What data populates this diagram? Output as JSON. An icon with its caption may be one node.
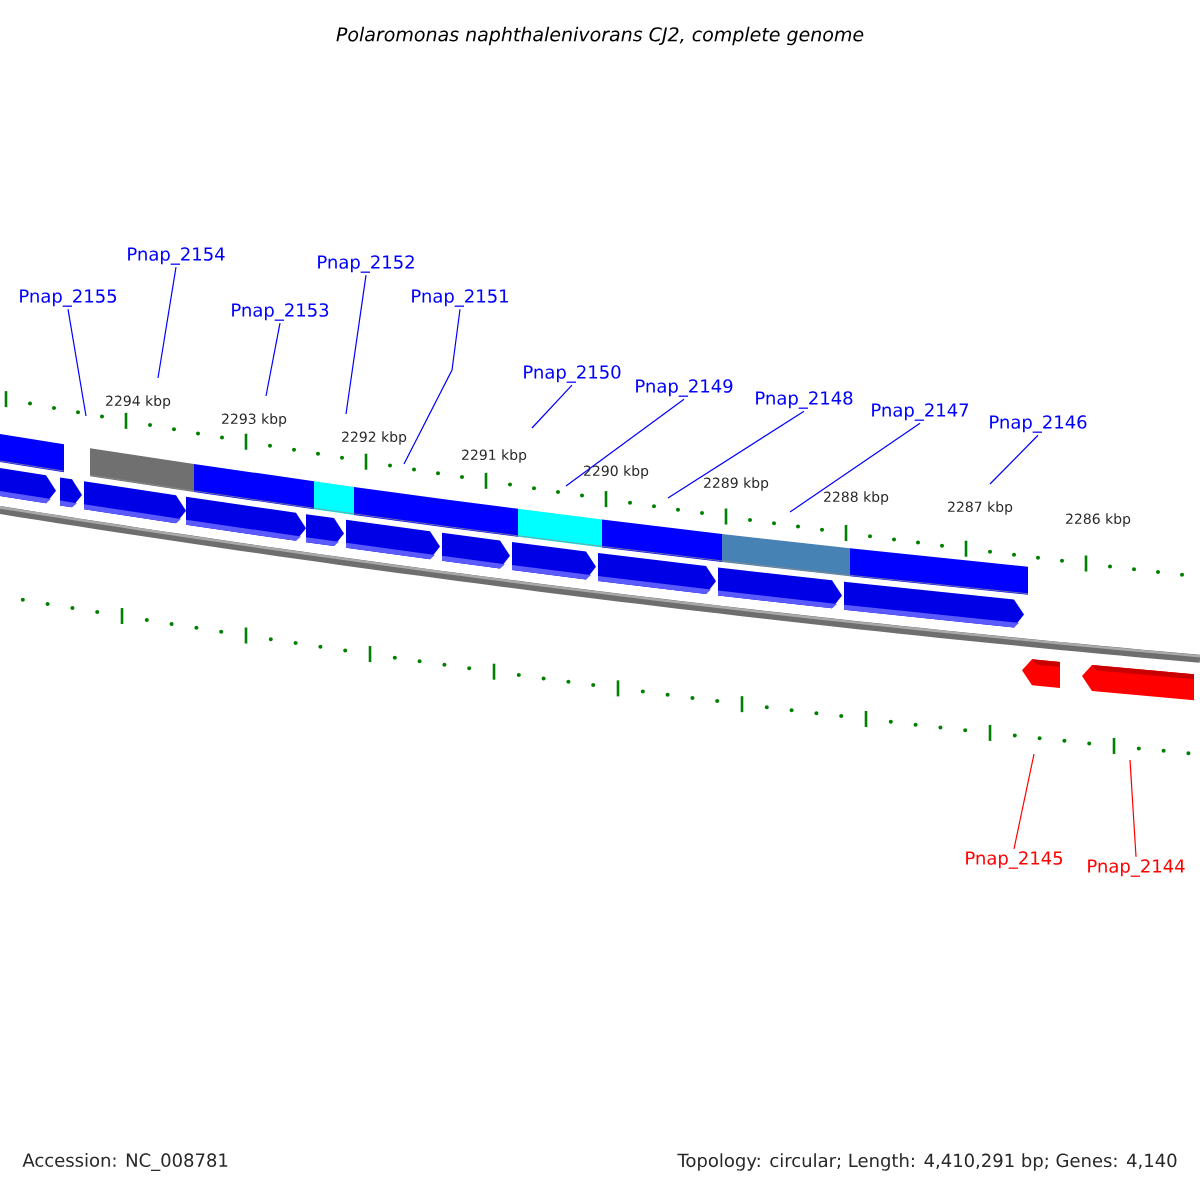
{
  "diagram": {
    "title": "Polaromonas naphthalenivorans CJ2, complete genome",
    "nodes": [
      {
        "text": [
          "Pnap_2155"
        ]
      },
      {
        "text": [
          "Pnap_2154"
        ]
      },
      {
        "text": [
          "Pnap_2153"
        ]
      },
      {
        "text": [
          "Pnap_2152"
        ]
      },
      {
        "text": [
          "Pnap_2151"
        ]
      },
      {
        "text": [
          "Pnap_2150"
        ]
      },
      {
        "text": [
          "Pnap_2149"
        ]
      },
      {
        "text": [
          "Pnap_2148"
        ]
      },
      {
        "text": [
          "Pnap_2147"
        ]
      },
      {
        "text": [
          "Pnap_2146"
        ]
      },
      {
        "text": [
          "Pnap_2145"
        ]
      },
      {
        "text": [
          "Pnap_2144"
        ]
      }
    ],
    "edges": [
      {
        "from": 0,
        "to": null,
        "arrow": "none",
        "color": "#0000ff"
      },
      {
        "from": 1,
        "to": null,
        "arrow": "none",
        "color": "#0000ff"
      },
      {
        "from": 2,
        "to": null,
        "arrow": "none",
        "color": "#0000ff"
      },
      {
        "from": 3,
        "to": null,
        "arrow": "none",
        "color": "#0000ff"
      },
      {
        "from": 4,
        "to": null,
        "arrow": "none",
        "color": "#0000ff"
      },
      {
        "from": 5,
        "to": null,
        "arrow": "none",
        "color": "#0000ff"
      },
      {
        "from": 6,
        "to": null,
        "arrow": "none",
        "color": "#0000ff"
      },
      {
        "from": 7,
        "to": null,
        "arrow": "none",
        "color": "#0000ff"
      },
      {
        "from": 8,
        "to": null,
        "arrow": "none",
        "color": "#0000ff"
      },
      {
        "from": 9,
        "to": null,
        "arrow": "none",
        "color": "#0000ff"
      },
      {
        "from": 10,
        "to": null,
        "arrow": "none",
        "color": "#ff0000"
      },
      {
        "from": 11,
        "to": null,
        "arrow": "none",
        "color": "#ff0000"
      }
    ],
    "labels": [
      "2294 kbp",
      "2293 kbp",
      "2292 kbp",
      "2291 kbp",
      "2290 kbp",
      "2289 kbp",
      "2288 kbp",
      "2287 kbp",
      "2286 kbp",
      "Accession: NC_008781",
      "Topology: circular; Length: 4,410,291 bp; Genes: 4,140"
    ]
  }
}
